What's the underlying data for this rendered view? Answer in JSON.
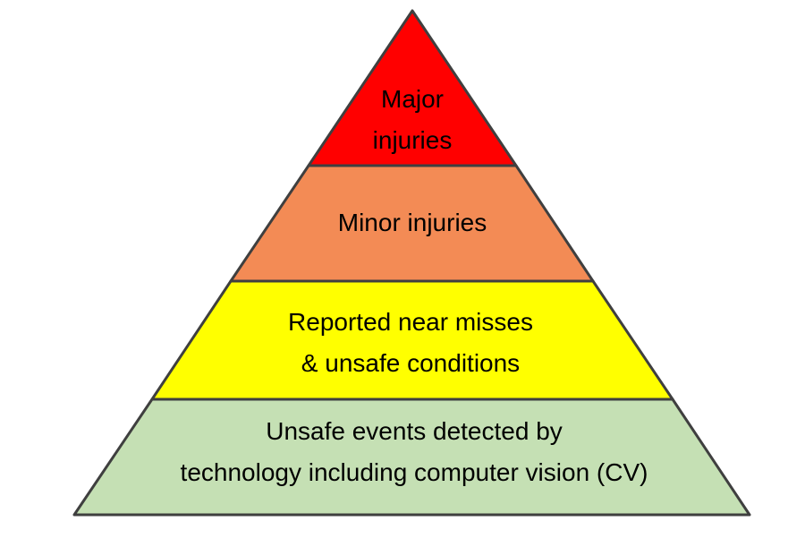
{
  "diagram": {
    "type": "pyramid",
    "title": "",
    "outline_color": "#3f3f3f",
    "tiers": [
      {
        "id": "major-injuries",
        "lines": [
          "Major",
          "injuries"
        ],
        "color": "#ff0000"
      },
      {
        "id": "minor-injuries",
        "lines": [
          "Minor injuries"
        ],
        "color": "#f38b55"
      },
      {
        "id": "near-misses",
        "lines": [
          "Reported near misses",
          "& unsafe conditions"
        ],
        "color": "#ffff00"
      },
      {
        "id": "unsafe-events-cv",
        "lines": [
          "Unsafe events detected by",
          "technology including computer vision (CV)"
        ],
        "color": "#c5e0b4"
      }
    ]
  }
}
